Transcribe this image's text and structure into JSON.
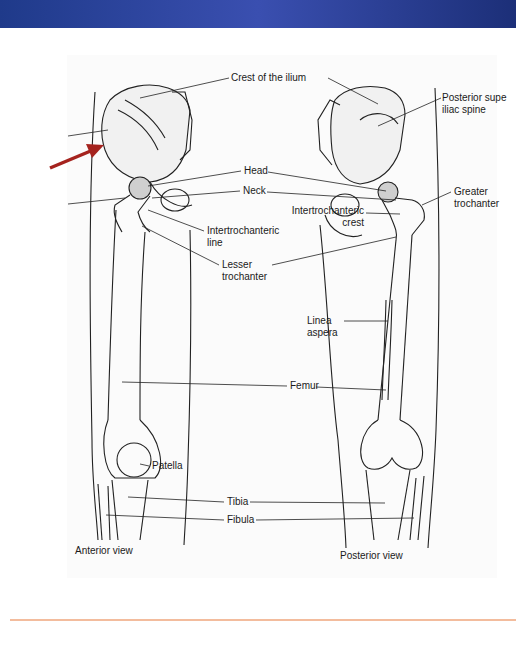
{
  "diagram": {
    "labels": [
      "Crest of the ilium",
      "Posterior supe iliac spine",
      "Head",
      "Neck",
      "Greater trochanter",
      "Intertrochanteric crest",
      "Intertrochanteric line",
      "Lesser trochanter",
      "Linea aspera",
      "Femur",
      "Patella",
      "Tibia",
      "Fibula",
      "Anterior view",
      "Posterior view"
    ]
  }
}
